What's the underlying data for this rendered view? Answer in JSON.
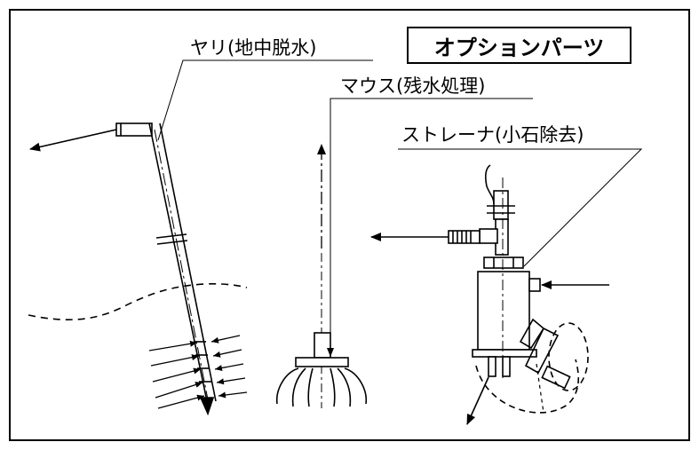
{
  "title": "オプションパーツ",
  "labels": {
    "yari": "ヤリ(地中脱水)",
    "mouse": "マウス(残水処理)",
    "strainer": "ストレーナ(小石除去)"
  }
}
